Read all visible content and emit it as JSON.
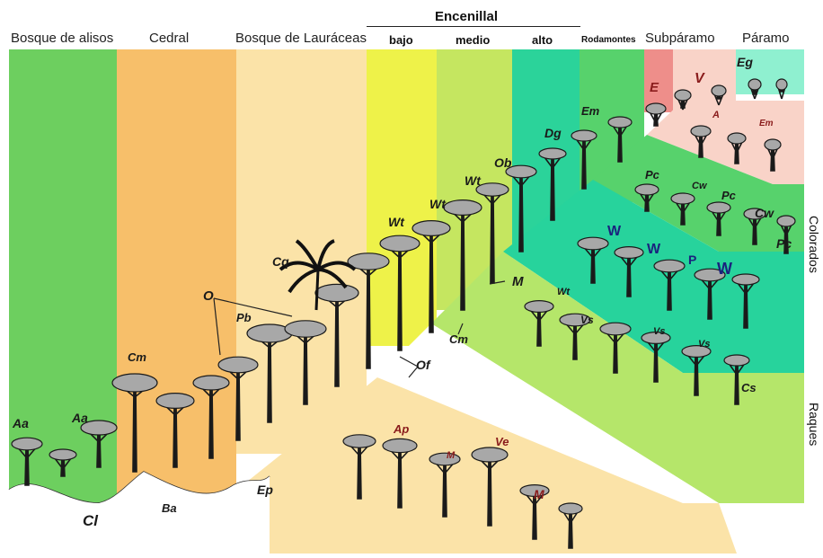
{
  "header": {
    "zones": [
      {
        "id": "alisos",
        "label": "Bosque de alisos"
      },
      {
        "id": "cedral",
        "label": "Cedral"
      },
      {
        "id": "lauraceas",
        "label": "Bosque de Lauráceas"
      },
      {
        "id": "rodamontes",
        "label": "Rodamontes"
      },
      {
        "id": "subparamo",
        "label": "Subpáramo"
      },
      {
        "id": "paramo",
        "label": "Páramo"
      }
    ],
    "encenillal": {
      "title": "Encenillal",
      "subzones": [
        "bajo",
        "medio",
        "alto"
      ]
    }
  },
  "side_labels": {
    "colorados": "Colorados",
    "raques": "Raques"
  },
  "colors": {
    "alisos": "#6dcf5f",
    "cedral": "#f7bf6a",
    "lauraceas": "#fbe3a8",
    "bajo": "#eef249",
    "medio": "#c5e660",
    "alto": "#2bd39a",
    "rodamontes": "#57d26c",
    "subparamo_e": "#ee8e8a",
    "subparamo_v": "#f9d3c8",
    "paramo": "#8ff0d0",
    "colorados_band": "#27d39c",
    "raques_band": "#b5e66a",
    "lower_band": "#fbe3a8"
  },
  "tags": [
    {
      "key": "Aa1",
      "text": "Aa"
    },
    {
      "key": "Aa2",
      "text": "Aa"
    },
    {
      "key": "Cl",
      "text": "Cl"
    },
    {
      "key": "Ba",
      "text": "Ba"
    },
    {
      "key": "Cm1",
      "text": "Cm"
    },
    {
      "key": "O",
      "text": "O"
    },
    {
      "key": "Pb",
      "text": "Pb"
    },
    {
      "key": "Cq",
      "text": "Cq"
    },
    {
      "key": "Ep",
      "text": "Ep"
    },
    {
      "key": "Of",
      "text": "Of"
    },
    {
      "key": "Cm2",
      "text": "Cm"
    },
    {
      "key": "M1",
      "text": "M"
    },
    {
      "key": "Wt1",
      "text": "Wt"
    },
    {
      "key": "Wt2",
      "text": "Wt"
    },
    {
      "key": "Wt3",
      "text": "Wt"
    },
    {
      "key": "Ob",
      "text": "Ob"
    },
    {
      "key": "Dg",
      "text": "Dg"
    },
    {
      "key": "Em1",
      "text": "Em"
    },
    {
      "key": "E",
      "text": "E"
    },
    {
      "key": "V",
      "text": "V"
    },
    {
      "key": "Eg",
      "text": "Eg"
    },
    {
      "key": "A",
      "text": "A"
    },
    {
      "key": "Em2",
      "text": "Em"
    },
    {
      "key": "Pc1",
      "text": "Pc"
    },
    {
      "key": "Cw1",
      "text": "Cw"
    },
    {
      "key": "Pc2",
      "text": "Pc"
    },
    {
      "key": "Cw2",
      "text": "Cw"
    },
    {
      "key": "Pc3",
      "text": "Pc"
    },
    {
      "key": "W1",
      "text": "W"
    },
    {
      "key": "W2",
      "text": "W"
    },
    {
      "key": "P",
      "text": "P"
    },
    {
      "key": "W3",
      "text": "W"
    },
    {
      "key": "Wt4",
      "text": "Wt"
    },
    {
      "key": "Vs1",
      "text": "Vs"
    },
    {
      "key": "Vs2",
      "text": "Vs"
    },
    {
      "key": "Vs3",
      "text": "Vs"
    },
    {
      "key": "Cs",
      "text": "Cs"
    },
    {
      "key": "Ap",
      "text": "Ap"
    },
    {
      "key": "M2",
      "text": "M"
    },
    {
      "key": "Ve",
      "text": "Ve"
    },
    {
      "key": "M3",
      "text": "M"
    }
  ]
}
